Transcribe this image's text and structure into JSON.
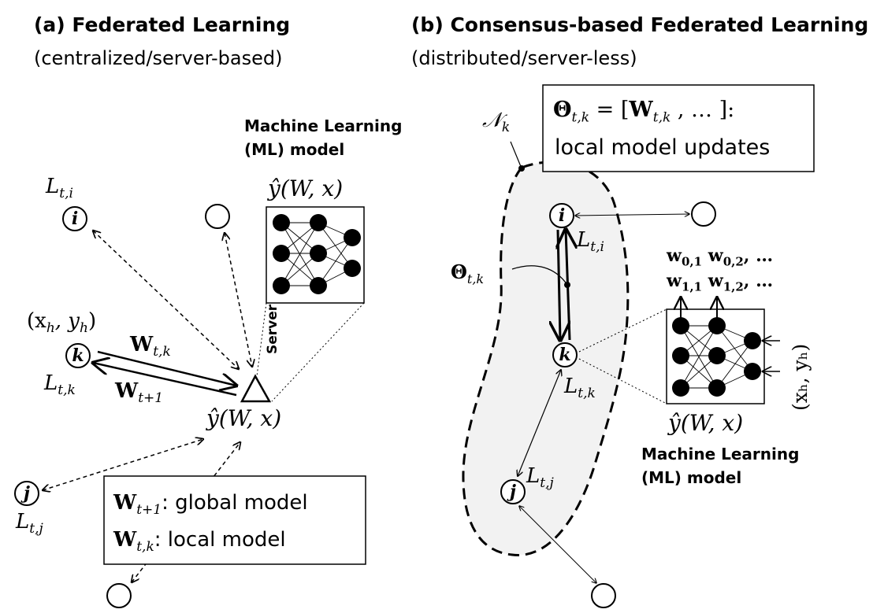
{
  "panel_a": {
    "title": "(a) Federated Learning",
    "subtitle": "(centralized/server-based)",
    "ml_model_label_line1": "Machine Learning",
    "ml_model_label_line2": "(ML) model",
    "model_fn": "ŷ(W, x)",
    "server_label": "Server",
    "server_model_fn": "ŷ(W, x)",
    "node_i": {
      "letter": "i",
      "loss": "L",
      "loss_sub": "t,i"
    },
    "node_k": {
      "letter": "k",
      "loss": "L",
      "loss_sub": "t,k",
      "data": "(x",
      "data_sub": "h",
      "data_rest": ", y",
      "data_sub2": "h",
      "data_end": ")"
    },
    "node_j": {
      "letter": "j",
      "loss": "L",
      "loss_sub": "t,j"
    },
    "arrow_local": {
      "base": "W",
      "sub": "t,k"
    },
    "arrow_global": {
      "base": "W",
      "sub": "t+1"
    },
    "legend": {
      "line1_base": "W",
      "line1_sub": "t+1",
      "line1_text": ": global model",
      "line2_base": "W",
      "line2_sub": "t,k",
      "line2_text": ": local model"
    }
  },
  "panel_b": {
    "title": "(b) Consensus-based Federated Learning",
    "subtitle": "(distributed/server-less)",
    "neighborhood": {
      "base": "𝒩",
      "sub": "k"
    },
    "update_box": {
      "line1_base": "Θ",
      "line1_sub": "t,k",
      "line1_eq": " = [",
      "line1_w": "W",
      "line1_wsub": "t,k",
      "line1_end": " , … ]:",
      "line2": "local model updates"
    },
    "theta_label": {
      "base": "Θ",
      "sub": "t,k"
    },
    "node_i": {
      "letter": "i",
      "loss": "L",
      "loss_sub": "t,i"
    },
    "node_k": {
      "letter": "k",
      "loss": "L",
      "loss_sub": "t,k"
    },
    "node_j": {
      "letter": "j",
      "loss": "L",
      "loss_sub": "t,j"
    },
    "weights_line1": {
      "w1": "w",
      "s1": "0,1",
      "w2": "w",
      "s2": "0,2",
      "end": ", …"
    },
    "weights_line2": {
      "w1": "w",
      "s1": "1,1",
      "w2": "w",
      "s2": "1,2",
      "end": ", …"
    },
    "data_input": "(xₕ, yₕ)",
    "model_fn": "ŷ(W, x)",
    "ml_model_label_line1": "Machine Learning",
    "ml_model_label_line2": "(ML) model"
  }
}
